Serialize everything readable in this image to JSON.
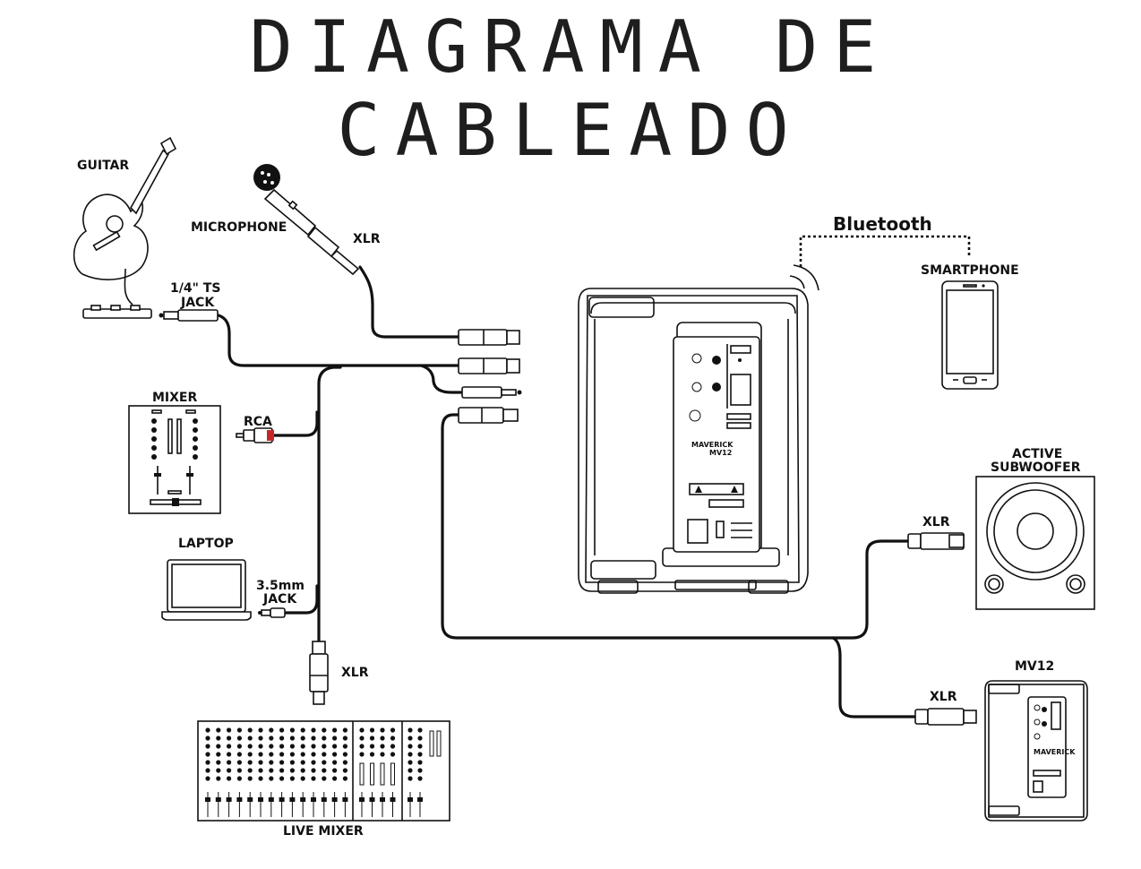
{
  "title": "DIAGRAMA DE CABLEADO",
  "labels": {
    "guitar": "GUITAR",
    "microphone": "MICROPHONE",
    "xlr_mic": "XLR",
    "ts_jack_line1": "1/4\"  TS",
    "ts_jack_line2": "JACK",
    "mixer": "MIXER",
    "rca": "RCA",
    "laptop": "LAPTOP",
    "mini_jack_line1": "3.5mm",
    "mini_jack_line2": "JACK",
    "xlr_live": "XLR",
    "live_mixer": "LIVE MIXER",
    "bluetooth": "Bluetooth",
    "smartphone": "SMARTPHONE",
    "subwoofer_line1": "ACTIVE",
    "subwoofer_line2": "SUBWOOFER",
    "xlr_sub": "XLR",
    "mv12": "MV12",
    "xlr_mv12": "XLR",
    "speaker_brand": "MAVERICK",
    "speaker_model": "MV12",
    "mini_brand": "MAVERICK"
  },
  "colors": {
    "line": "#111111",
    "rca_red": "#c62828"
  }
}
